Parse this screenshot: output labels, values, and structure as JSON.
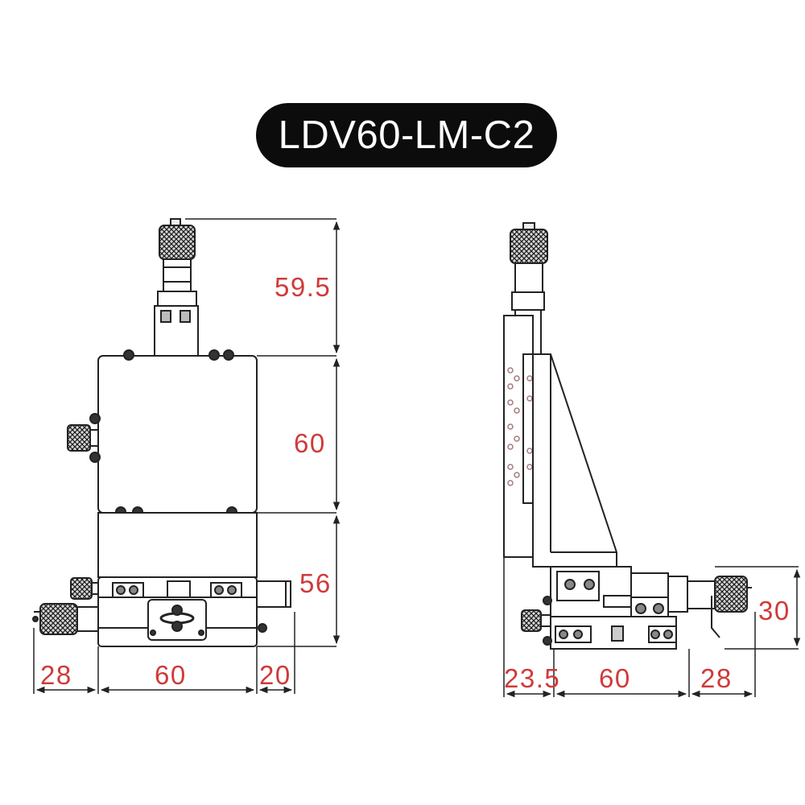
{
  "title": "LDV60-LM-C2",
  "colors": {
    "dimension_text": "#d03a3a",
    "outline": "#222222",
    "title_bg": "#0c0c0c",
    "title_text": "#ffffff",
    "knob": "#cccccc",
    "screw": "#777777",
    "hole": "#a87a7a"
  },
  "front_view": {
    "heights": [
      "59.5",
      "60",
      "56"
    ],
    "widths": [
      "28",
      "60",
      "20"
    ]
  },
  "side_view": {
    "height": "30",
    "widths": [
      "23.5",
      "60",
      "28"
    ]
  }
}
